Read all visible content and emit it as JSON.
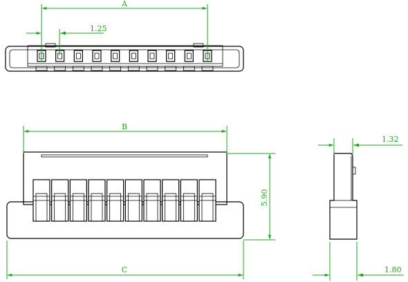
{
  "dimensions": {
    "a": "A",
    "pitch": "1.25",
    "b": "B",
    "height": "5.90",
    "c": "C",
    "side_top": "1.32",
    "side_bottom": "1.80"
  },
  "drawing": {
    "pin_count": 10,
    "line_color": "#000000",
    "dimension_color": "#1fa51f"
  }
}
